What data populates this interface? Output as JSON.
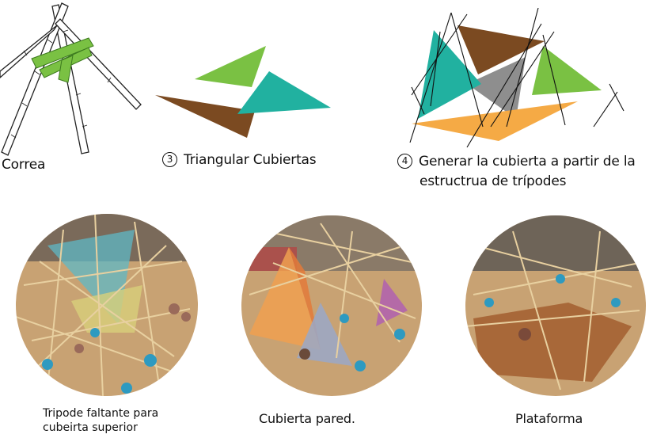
{
  "step_labels": {
    "correa": "Correa",
    "step3_number": "3",
    "step3_text": "Triangular Cubiertas",
    "step4_number": "4",
    "step4_line1": "Generar la cubierta a partir de la",
    "step4_line2": "estructrua de trípodes"
  },
  "photo_captions": {
    "left_line1": "Tripode faltante para",
    "left_line2": "cubeirta superior",
    "middle": "Cubierta pared.",
    "right": "Plataforma"
  },
  "colors": {
    "green": "#7ac143",
    "teal": "#21b1a0",
    "brown": "#7b4a21",
    "gray": "#8e8e8e",
    "orange": "#f5aa45",
    "wood": "#c8a273"
  }
}
